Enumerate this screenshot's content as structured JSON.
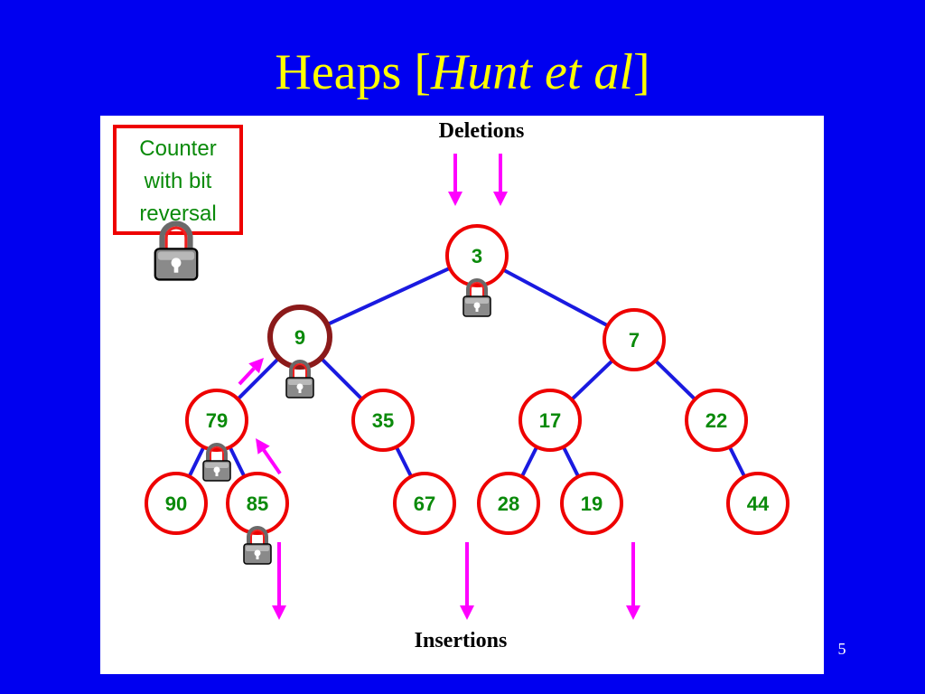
{
  "title": {
    "main": "Heaps [",
    "italic": "Hunt et al",
    "close": "]"
  },
  "page_number": "5",
  "labels": {
    "deletions": "Deletions",
    "insertions": "Insertions"
  },
  "counter_box": {
    "lines": [
      "Counter",
      "with bit",
      "reversal"
    ]
  },
  "heap": {
    "root": {
      "value": "3",
      "locked": true,
      "left": {
        "value": "9",
        "locked": true,
        "highlighted": true,
        "left": {
          "value": "79",
          "locked": true,
          "left": {
            "value": "90"
          },
          "right": {
            "value": "85",
            "locked": true
          }
        },
        "right": {
          "value": "35",
          "right": {
            "value": "67"
          }
        }
      },
      "right": {
        "value": "7",
        "left": {
          "value": "17",
          "left": {
            "value": "28"
          },
          "right": {
            "value": "19"
          }
        },
        "right": {
          "value": "22",
          "right": {
            "value": "44"
          }
        }
      }
    }
  },
  "colors": {
    "background": "#0000f0",
    "title": "#ffff00",
    "node_border": "#ee0000",
    "node_highlight": "#8b1a1a",
    "node_text": "#0a8a0a",
    "edge": "#1a1ae0",
    "arrow": "#ff00ff",
    "counter_border": "#ee0000"
  }
}
